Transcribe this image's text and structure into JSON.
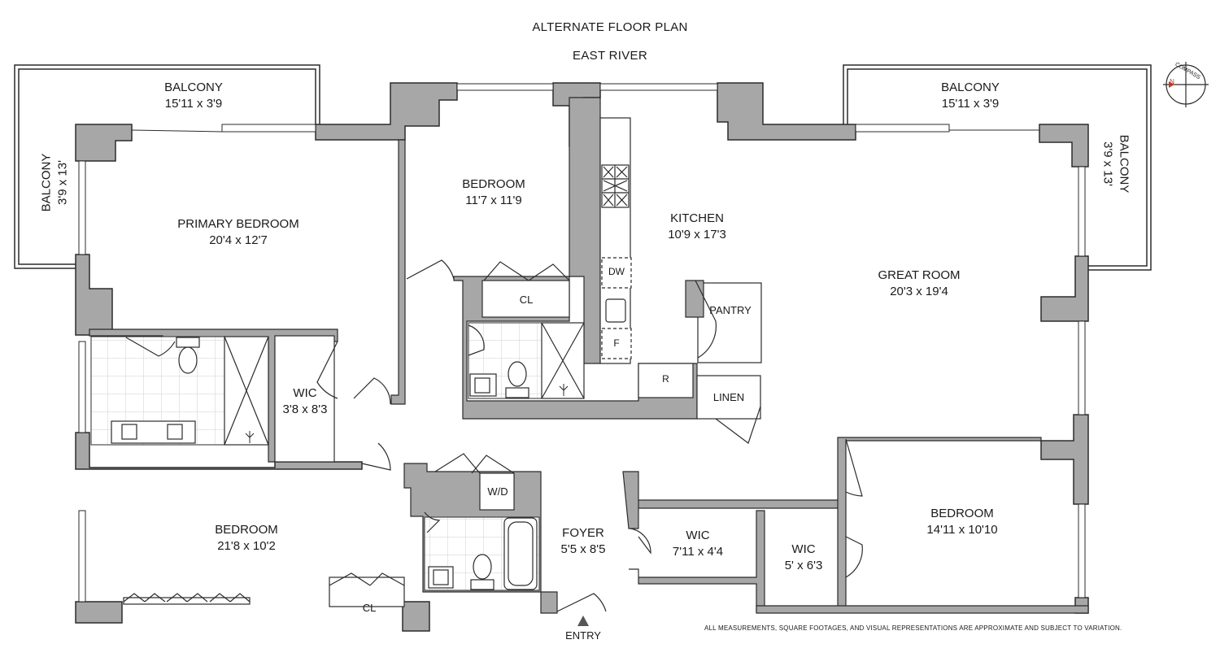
{
  "header": {
    "title": "ALTERNATE FLOOR PLAN",
    "orientation": "EAST RIVER"
  },
  "compass": {
    "label": "COMPASS",
    "north": "N"
  },
  "rooms": {
    "balcony_left_top": {
      "name": "BALCONY",
      "dims": "15'11 x 3'9"
    },
    "balcony_left_side": {
      "name": "BALCONY",
      "dims": "3'9 x 13'"
    },
    "balcony_right_top": {
      "name": "BALCONY",
      "dims": "15'11 x 3'9"
    },
    "balcony_right_side": {
      "name": "BALCONY",
      "dims": "3'9 x 13'"
    },
    "primary_bedroom": {
      "name": "PRIMARY BEDROOM",
      "dims": "20'4 x 12'7"
    },
    "bedroom_upper": {
      "name": "BEDROOM",
      "dims": "11'7 x 11'9"
    },
    "kitchen": {
      "name": "KITCHEN",
      "dims": "10'9 x 17'3"
    },
    "great_room": {
      "name": "GREAT ROOM",
      "dims": "20'3 x 19'4"
    },
    "wic_primary": {
      "name": "WIC",
      "dims": "3'8 x 8'3"
    },
    "bedroom_lower_left": {
      "name": "BEDROOM",
      "dims": "21'8 x 10'2"
    },
    "foyer": {
      "name": "FOYER",
      "dims": "5'5 x 8'5"
    },
    "wic_middle": {
      "name": "WIC",
      "dims": "7'11 x 4'4"
    },
    "wic_right": {
      "name": "WIC",
      "dims": "5' x 6'3"
    },
    "bedroom_lower_right": {
      "name": "BEDROOM",
      "dims": "14'11 x 10'10"
    },
    "pantry": {
      "name": "PANTRY"
    },
    "linen": {
      "name": "LINEN"
    },
    "closet_upper": {
      "name": "CL"
    },
    "closet_lower": {
      "name": "CL"
    },
    "laundry": {
      "name": "W/D"
    }
  },
  "appliances": {
    "dishwasher": "DW",
    "fridge": "F",
    "range": "R"
  },
  "entry": "ENTRY",
  "disclaimer": "ALL MEASUREMENTS, SQUARE FOOTAGES, AND VISUAL REPRESENTATIONS ARE APPROXIMATE AND SUBJECT TO VARIATION.",
  "colors": {
    "wall": "#a7a7a7",
    "outline": "#2b2b2b",
    "tile": "#c9c9c9"
  }
}
